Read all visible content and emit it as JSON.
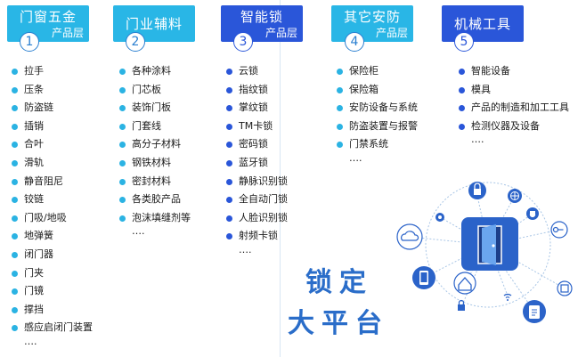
{
  "columns": [
    {
      "title": "门窗五金",
      "subtitle": "产品层",
      "number": "1",
      "items": [
        "拉手",
        "压条",
        "防盗链",
        "插销",
        "合叶",
        "滑轨",
        "静音阻尼",
        "铰链",
        "门吸/地吸",
        "地弹簧",
        "闭门器",
        "门夹",
        "门镜",
        "撑挡",
        "感应启闭门装置"
      ],
      "more": "…."
    },
    {
      "title": "门业辅料",
      "subtitle": "",
      "number": "2",
      "items": [
        "各种涂料",
        "门芯板",
        "装饰门板",
        "门套线",
        "高分子材料",
        "钢铁材料",
        "密封材料",
        "各类胶产品",
        "泡沫填缝剂等"
      ],
      "more": "…."
    },
    {
      "title": "智能锁",
      "subtitle": "产品层",
      "number": "3",
      "items": [
        "云锁",
        "指纹锁",
        "掌纹锁",
        "TM卡锁",
        "密码锁",
        "蓝牙锁",
        "静脉识别锁",
        "全自动门锁",
        "人脸识别锁",
        "射频卡锁"
      ],
      "more": "…."
    },
    {
      "title": "其它安防",
      "subtitle": "产品层",
      "number": "4",
      "items": [
        "保险柜",
        "保险箱",
        "安防设备与系统",
        "防盗装置与报警",
        "门禁系统"
      ],
      "more": "…."
    },
    {
      "title": "机械工具",
      "subtitle": "",
      "number": "5",
      "items": [
        "智能设备",
        "模具",
        "产品的制造和加工工具",
        "检测仪器及设备"
      ],
      "more": "…."
    }
  ],
  "slogan": {
    "line1": "锁定",
    "line2": "大平台"
  },
  "colors": {
    "tab_light": "#29b6e6",
    "tab_dark": "#2a56d9",
    "dot_light": "#2bb3e3",
    "dot_dark": "#2a56d9",
    "slogan": "#2a6dc9",
    "hub": "#2b63c9"
  },
  "icons": [
    "lock-icon",
    "globe-icon",
    "shield-icon",
    "key-icon",
    "settings-icon",
    "cloud-icon",
    "phone-icon",
    "house-icon",
    "wifi-icon",
    "id-card-icon",
    "chip-icon",
    "door-icon"
  ]
}
